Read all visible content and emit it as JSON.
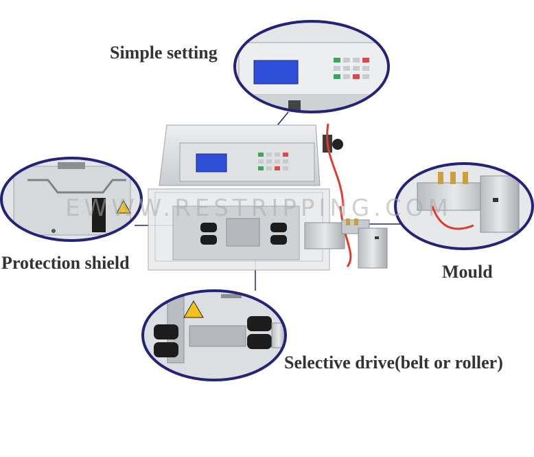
{
  "labels": {
    "simple_setting": "Simple setting",
    "protection_shield": "Protection shield",
    "mould": "Mould",
    "selective_drive": "Selective drive(belt or roller)"
  },
  "watermark": "EWWW.RESTRIPPING.COM",
  "colors": {
    "ellipse_border": "#23237a",
    "machine_body": "#d9dbdd",
    "lcd_screen": "#2f4fd8",
    "keypad_green": "#3da55a",
    "keypad_red": "#d94b4b",
    "roller_black": "#1c1c1c",
    "air_tube": "#e23a2a",
    "warning_yellow": "#f2c21b"
  },
  "icons": [
    "warning-triangle-icon"
  ]
}
